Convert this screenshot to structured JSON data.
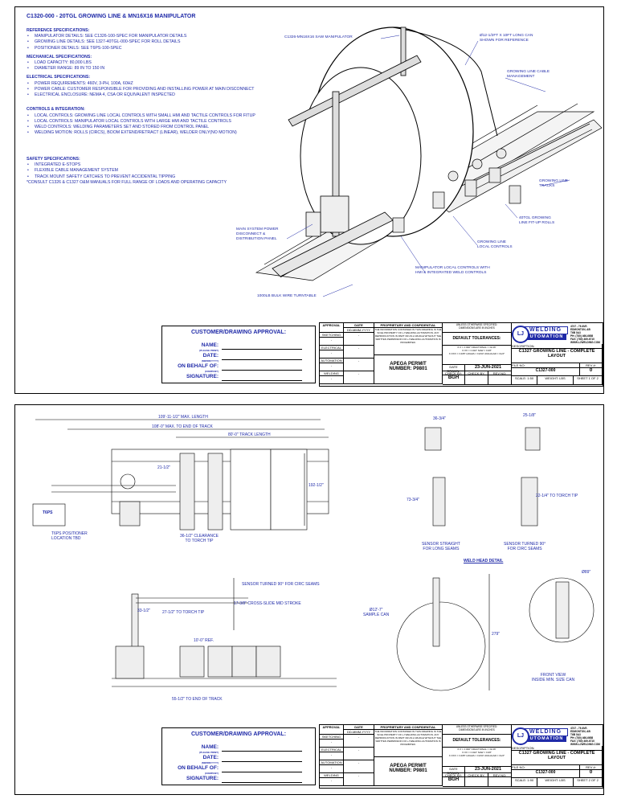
{
  "sheet1": {
    "title": "C1320-000 - 20TGL GROWING LINE & MN16X16 MANIPULATOR",
    "sections": [
      {
        "heading": "REFERENCE SPECIFICATIONS:",
        "items": [
          "MANIPULATOR DETAILS: SEE C1326-100-SPEC FOR MANIPULATOR DETAILS",
          "GROWING LINE DETAILS: SEE 1327-40TGL-000-SPEC FOR ROLL DETAILS",
          "POSITIONER DETAILS: SEE T6PS-100-SPEC"
        ]
      },
      {
        "heading": "MECHANICAL SPECIFICATIONS:",
        "items": [
          "LOAD CAPACITY: 80,000 LBS",
          "DIAMETER RANGE: 89 IN TO 150 IN"
        ]
      },
      {
        "heading": "ELECTRICAL SPECIFICATIONS:",
        "items": [
          "POWER REQUIREMENTS: 460V, 3-PH, 100A, 60HZ",
          "POWER CABLE: CUSTOMER RESPONSIBLE FOR PROVIDING AND INSTALLING POWER AT MAIN DISCONNECT",
          "ELECTRICAL ENCLOSURE: NEMA 4, CSA OR EQUIVALENT INSPECTED"
        ]
      },
      {
        "heading": "CONTROLS & INTEGRATION:",
        "items": [
          "LOCAL CONTROLS: GROWING LINE LOCAL CONTROLS WITH SMALL HMI AND TACTILE CONTROLS FOR FITUP",
          "LOCAL CONTROLS: MANIPULATOR LOCAL CONTROLS WITH LARGE HMI AND TACTILE CONTROLS",
          "WELD CONTROLS: WELDING PARAMETERS SET AND STORED FROM CONTROL PANEL",
          "WELDING MOTION: ROLLS (CIRCS), BOOM EXTEND/RETRACT (LINEAR), WELDER ONLY(NO MOTION)"
        ]
      },
      {
        "heading": "SAFETY SPECIFICATIONS:",
        "items": [
          "INTEGRATED E-STOPS",
          "FLEXIBLE CABLE MANAGEMENT SYSTEM",
          "TRACK MOUNT SAFETY CATCHES TO PREVENT ACCIDENTAL TIPPING"
        ]
      }
    ],
    "note": "*CONSULT C1326 & C1327 O&M MANUALS FOR FULL RANGE OF LOADS AND OPERATING CAPACITY",
    "callouts": {
      "saw": "C1326-MN16X16 SAW MANIPULATOR",
      "can": "Ø12-1/2FT X 10FT LONG CAN\nSHOWN FOR REFERENCE",
      "cable": "GROWING LINE CABLE\nMANAGEMENT",
      "tracks": "GROWING LINE\nTRACKS",
      "rolls": "40TGL GROWING\nLINE FIT-UP ROLLS",
      "local": "GROWING LINE\nLOCAL CONTROLS",
      "manip": "MANIPULATOR LOCAL CONTROLS WITH\nHMI & INTEGRATED WELD CONTROLS",
      "power": "MAIN SYSTEM POWER\nDISCONNECT &\nDISTRIBUTION PANEL",
      "turntable": "1000LB BULK WIRE TURNTABLE"
    },
    "sheet_no": "SHEET 1 OF 2",
    "scale": "SCALE: 1:50"
  },
  "sheet2": {
    "dims": {
      "max_length": "109'-11-1/2\" MAX. LENGTH",
      "end_track": "108'-0\" MAX. TO END OF TRACK",
      "track_length": "80'-0\" TRACK LENGTH",
      "d21": "21-1/2\"",
      "d192": "192-1/2\"",
      "clearance": "36-1/2\" CLEARANCE\nTO TORCH TIP",
      "t6ps": "T6PS",
      "t6ps_loc": "T6PS POSITIONER\nLOCATION TBD",
      "d36": "36-3/4\"",
      "d73": "73-3/4\"",
      "d25": "25-1/8\"",
      "d22": "22-1/4\" TO TORCH TIP",
      "sensor_long": "SENSOR STRAIGHT\nFOR LONG SEAMS",
      "sensor_circ": "SENSOR TURNED 90°\nFOR CIRC SEAMS",
      "weld_head": "WELD HEAD DETAIL",
      "sensor_circ2": "SENSOR TURNED 90° FOR CIRC SEAMS",
      "cross_slide": "17-3/8\" CROSS-SLIDE MID STROKE",
      "d33": "33-1/2\"",
      "d27": "27-1/2\" TO TORCH TIP",
      "ref10": "10'-0\" REF.",
      "end55": "55-1/2\" TO END OF TRACK",
      "sample_can": "Ø12'-7\"\nSAMPLE CAN",
      "d279": "279\"",
      "d89": "Ø89\"",
      "front_view": "FRONT VIEW\nINSIDE MIN. SIZE CAN"
    },
    "sheet_no": "SHEET 2 OF 2",
    "scale": "SCALE: 1:90"
  },
  "title_block": {
    "approval_heading": "CUSTOMER/DRAWING APPROVAL:",
    "name_label": "NAME:",
    "name_sub": "(PLEASE PRINT)",
    "date_label": "DATE:",
    "date_sub": "(MM/DD/YYYY)",
    "behalf_label": "ON BEHALF OF:",
    "behalf_sub": "(COMPANY)",
    "signature_label": "SIGNATURE:",
    "approval": "APPROVAL",
    "date_col": "DATE",
    "date_fmt": "DD-MMM-YYYY",
    "rows": [
      "SKETCHING",
      "ELECTRICAL",
      "AUTOMATION",
      "WELDING"
    ],
    "dash": "-",
    "proprietary": "PROPRIETARY AND CONFIDENTIAL",
    "prop_text": "THE INFORMATION CONTAINED IN THIS DRAWING IS THE SOLE PROPERTY OF LJ WELDING AUTOMATION. ANY REPRODUCTION IN PART OR AS A WHOLE WITHOUT THE WRITTEN PERMISSION OF LJ WELDING AUTOMATION IS PROHIBITED.",
    "apega": "APEGA PERMIT\nNUMBER: P9801",
    "unless": "UNLESS OTHERWISE SPECIFIED:\nDIMENSIONS ARE IN INCHES",
    "default_tol": "DEFAULT TOLERANCES:",
    "tol_text": "X.X = ±.030\"  FRACTIONAL = ±1/16\"\nX.XX = ±.010\"  SAW = ±1/8\"\nX.XXX = ±.005\"  HOLES = ±1/64\"  ANGULAR = ±1/2°",
    "date_drawn": "DATE DRAWN:",
    "date_value": "23-JUN-2021",
    "checked": "CHECK BY:",
    "drawn_by": "BGH",
    "checked_by": "CHECK BY:",
    "rev_no": "REV NO:",
    "logo_top": "WELDING",
    "logo_bottom": "AUTOMATION",
    "logo_mark": "LJ",
    "address": "4747 - 76 AVE.\nEDMONTON, AB\nT6B 0A3\nPH: (780) 466-6658\nFAX: (780) 469-6710\nWWW.LJWELDING.COM",
    "description_label": "DESCRIPTION:",
    "description": "C1327 GROWING LINE - COMPLETE\nLAYOUT",
    "file_no_label": "FILE NO:",
    "file_no": "C1327-000",
    "rev_label": "REV #:",
    "rev": "0",
    "weight": "WEIGHT:  LBS"
  }
}
